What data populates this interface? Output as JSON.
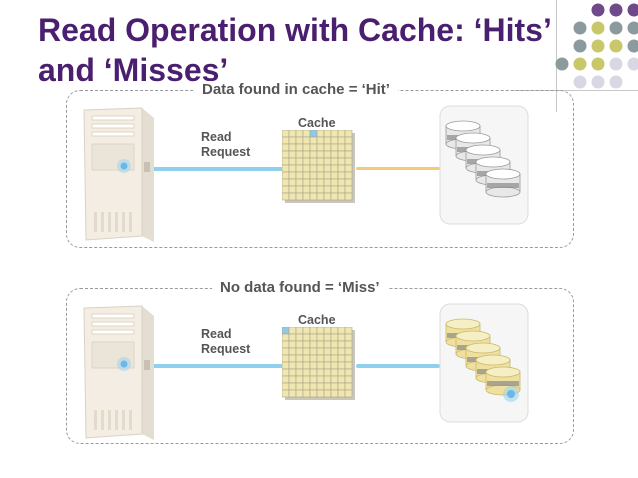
{
  "title_line1": "Read Operation with Cache: ‘Hits’",
  "title_line2": "and ‘Misses’",
  "colors": {
    "title": "#4b1f6f",
    "request_wire": "#8fd0ee",
    "hit_wire": "#f4c97a",
    "miss_wire": "#8fd0ee",
    "cache_cell": "#f0e6b0",
    "cache_hit_cell": "#8fc9ea",
    "db_gray": "#e8e8e8",
    "db_gold": "#efe0a0"
  },
  "panels": [
    {
      "label": "Data found in cache = ‘Hit’",
      "request_label": "Read\nRequest",
      "cache_label": "Cache",
      "storage_icon": "gray-database-stack-icon"
    },
    {
      "label": "No data found = ‘Miss’",
      "request_label": "Read\nRequest",
      "cache_label": "Cache",
      "storage_icon": "gold-database-stack-icon"
    }
  ]
}
